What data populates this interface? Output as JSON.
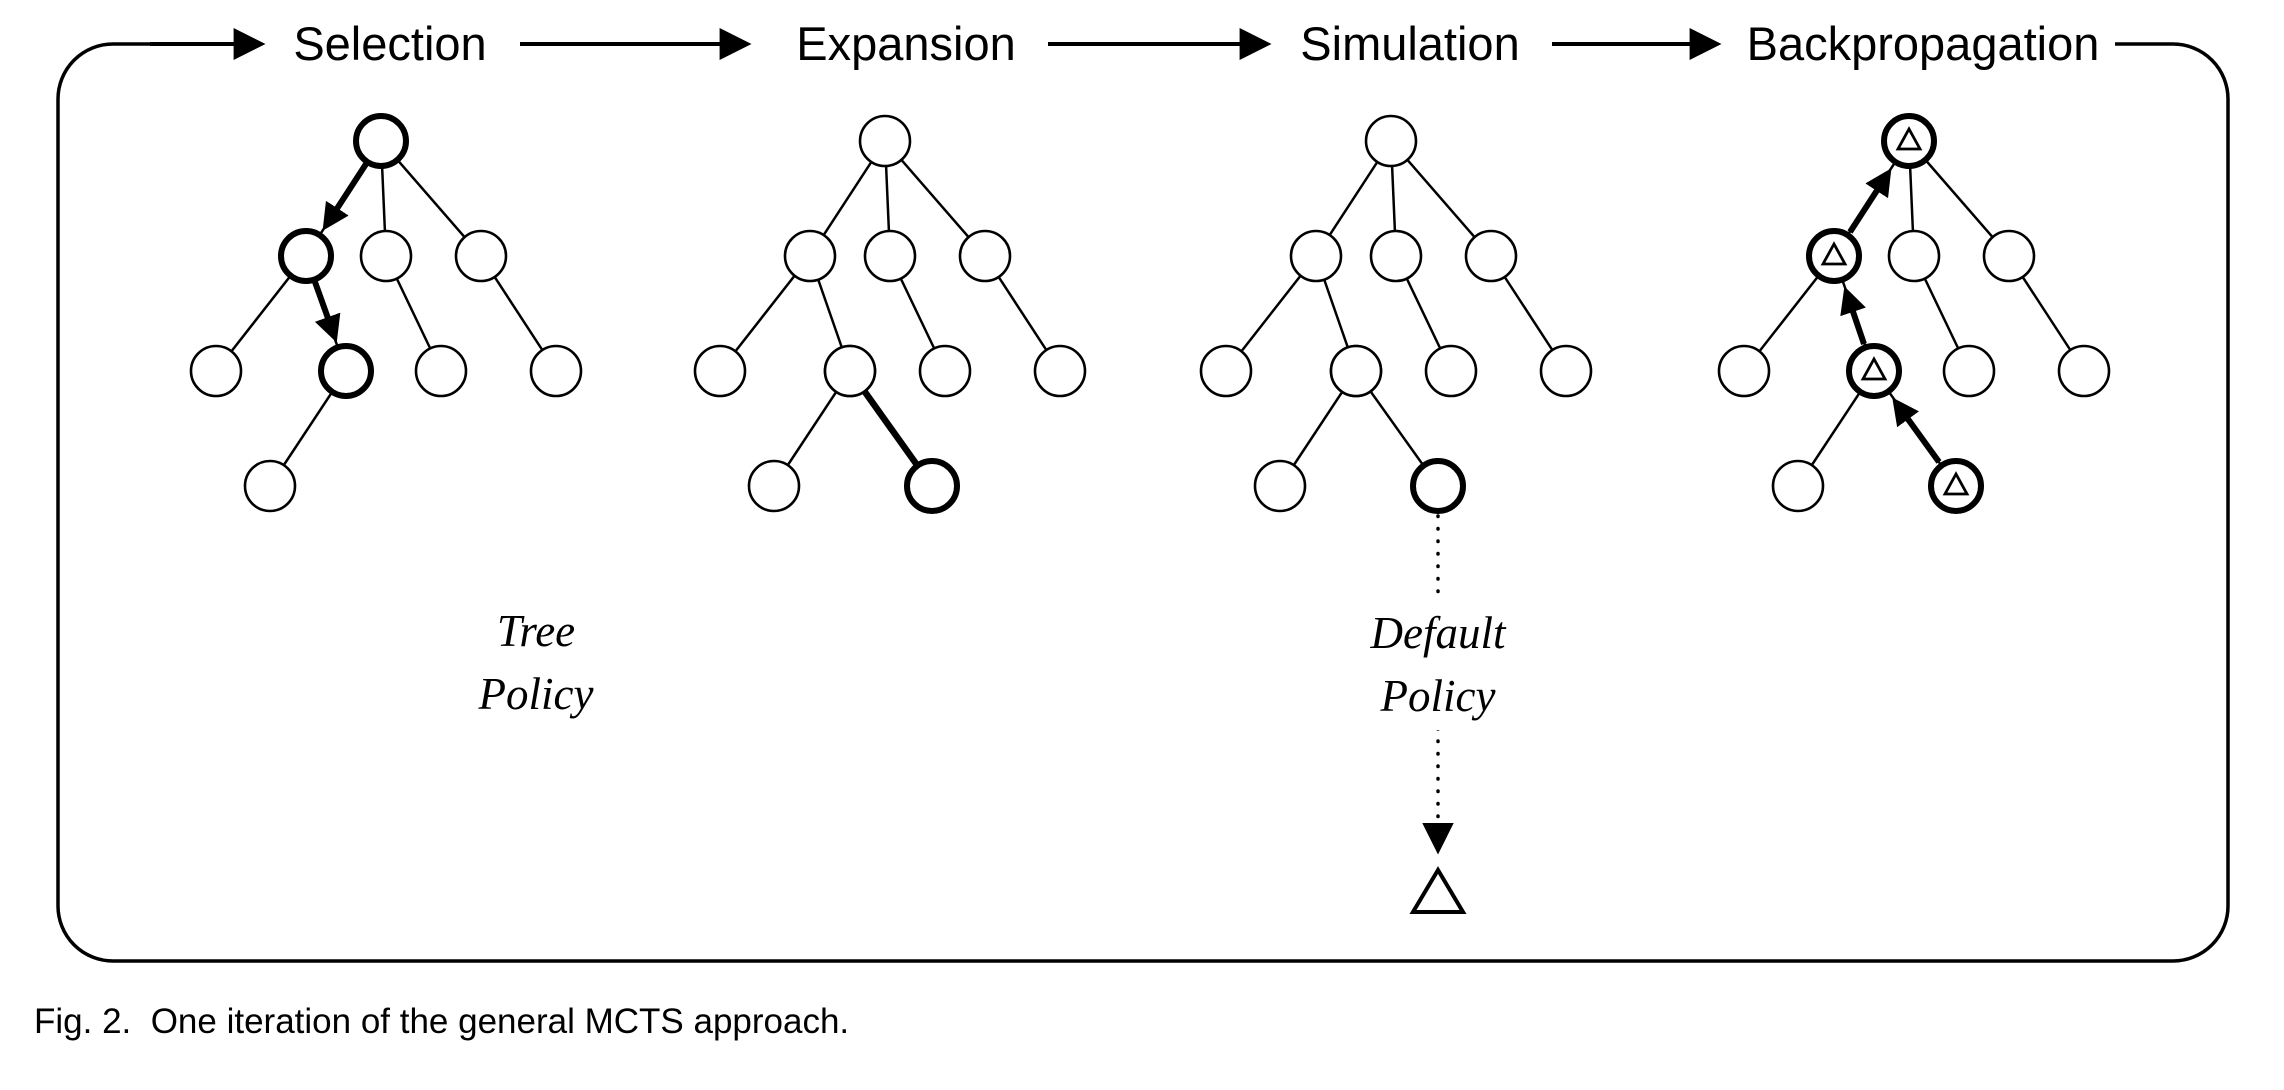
{
  "figure": {
    "title_row": {
      "steps": [
        "Selection",
        "Expansion",
        "Simulation",
        "Backpropagation"
      ]
    },
    "annotations": {
      "tree_policy": [
        "Tree",
        "Policy"
      ],
      "default_policy": [
        "Default",
        "Policy"
      ]
    },
    "caption": "Fig. 2.  One iteration of the general MCTS approach.",
    "colors": {
      "ink": "#000000",
      "background": "#ffffff"
    }
  }
}
